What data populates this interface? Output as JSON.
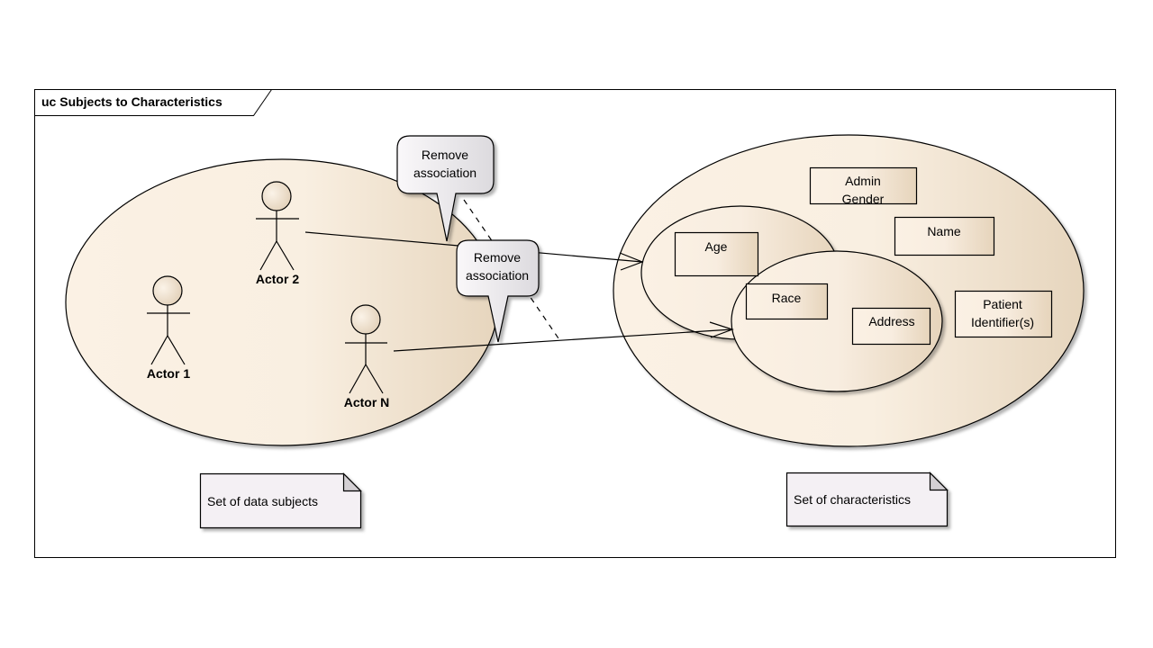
{
  "diagram": {
    "frame_title": "uc Subjects to Characteristics",
    "subjects_set": {
      "actors": [
        {
          "label": "Actor 1"
        },
        {
          "label": "Actor 2"
        },
        {
          "label": "Actor N"
        }
      ]
    },
    "characteristics_set": {
      "boxes": [
        {
          "label_line1": "Admin",
          "label_line2": "Gender"
        },
        {
          "label_line1": "Name",
          "label_line2": ""
        },
        {
          "label_line1": "Age",
          "label_line2": ""
        },
        {
          "label_line1": "Race",
          "label_line2": ""
        },
        {
          "label_line1": "Address",
          "label_line2": ""
        },
        {
          "label_line1": "Patient",
          "label_line2": "Identifier(s)"
        }
      ]
    },
    "callouts": [
      {
        "line1": "Remove",
        "line2": "association"
      },
      {
        "line1": "Remove",
        "line2": "association"
      }
    ],
    "notes": [
      {
        "text": "Set of data subjects"
      },
      {
        "text": "Set of characteristics"
      }
    ],
    "colors": {
      "fill_light": "#fbf1e4",
      "fill_dark": "#e8d8c0",
      "note_fill": "#f4f0f4",
      "note_fold": "#d4d0d4",
      "callout_fill": "#f2f0f4",
      "stroke": "#000000"
    }
  }
}
